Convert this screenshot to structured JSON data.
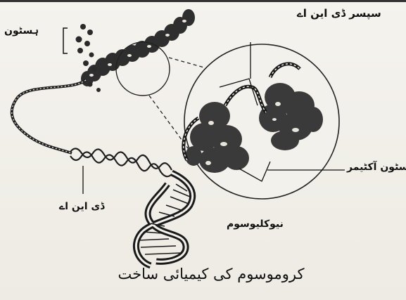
{
  "labels": {
    "histone": "ہسٹون",
    "spacer_dna": "سپسر ڈی این اے",
    "histone_octamer": "ہسٹون آکٹیمر",
    "dna": "ڈی این اے",
    "nucleosome": "نیوکلیوسوم"
  },
  "caption": "کروموسوم کی کیمیائی ساخت",
  "colors": {
    "ink": "#111111",
    "bead": "#3a3a3a",
    "paper": "#f2f0eb"
  }
}
